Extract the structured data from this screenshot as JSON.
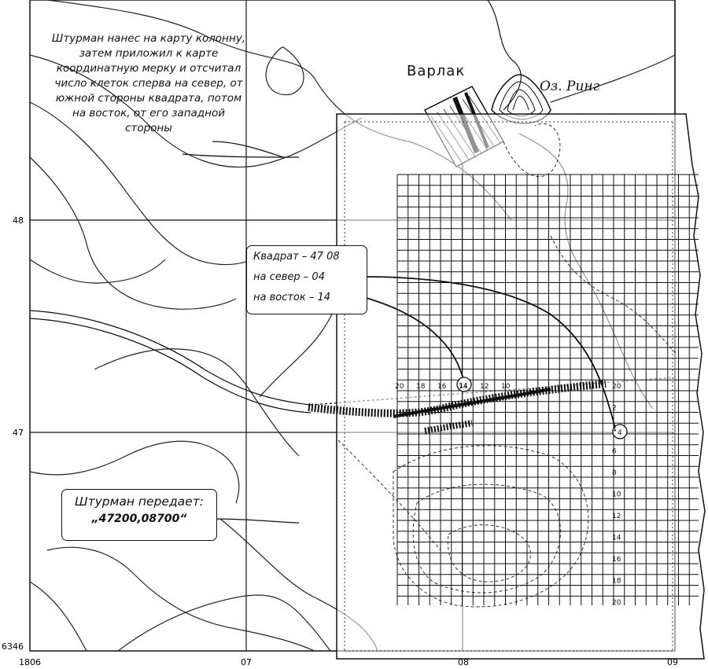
{
  "notes": {
    "navigator_text": "Штурман нанес на карту колонну, затем приложил к карте координатную мерку и отсчитал число клеток сперва на север, от южной стороны квадрата, потом на восток, от его западной стороны"
  },
  "square_box": {
    "line1": "Квадрат – 47 08",
    "line2": "на север – 04",
    "line3": "на восток – 14"
  },
  "transmit_box": {
    "line1": "Штурман передает:",
    "line2": "„47200,08700“"
  },
  "places": {
    "varlak": "Варлак",
    "lake": "Оз. Ринг"
  },
  "grid_labels": {
    "y_48": "48",
    "y_47": "47",
    "y_corner": "6346",
    "x_corner": "1806",
    "x_07": "07",
    "x_08": "08",
    "x_09": "09"
  },
  "ruler": {
    "horizontal": [
      "20",
      "18",
      "16",
      "14",
      "12",
      "10"
    ],
    "vertical": [
      "20",
      "2",
      "4",
      "6",
      "8",
      "10",
      "12",
      "14",
      "16",
      "18",
      "20"
    ],
    "mark_north": "4",
    "mark_east": "14"
  }
}
